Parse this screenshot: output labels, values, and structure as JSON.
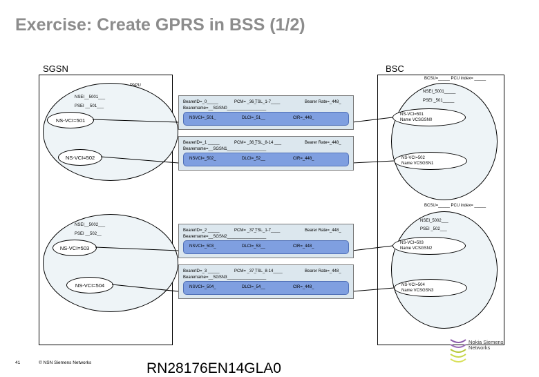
{
  "title": "Exercise: Create GPRS in BSS (1/2)",
  "sgsn": {
    "label": "SGSN",
    "papu_label": "PAPU",
    "group1": {
      "nsei": "NSEI__5001___",
      "psei": "PSEI __501___",
      "vci_a": "NS-VCI=501",
      "vci_b": "NS-VCI=502"
    },
    "group2": {
      "nsei": "NSEI__5002___",
      "psei": "PSEI __502__",
      "vci_a": "NS-VCI=503",
      "vci_b": "NS-VCI=504"
    }
  },
  "bsc": {
    "label": "BSC",
    "group1": {
      "bcsu": "BCSU=_____ PCU index= _____",
      "nsei": "NSEI_5001_____",
      "psei": "PSEI _501_____",
      "vci_a_line1": "NS-VCI=501",
      "vci_a_line2": "Name VCSGSN0",
      "vci_b_line1": "NS-VCI=502",
      "vci_b_line2": "Name VCSGSN1"
    },
    "group2": {
      "bcsu": "BCSU=_____ PCU index= _____",
      "nsei": "NSEI_5002___",
      "psei": "PSEI _502___",
      "vci_a_line1": "NS-VCI=503",
      "vci_a_line2": "Name VCSGSN2",
      "vci_b_line1": "NS-VCI=504",
      "vci_b_line2": "Name VCSGSN3"
    }
  },
  "bearers": [
    {
      "bearer_id": "BearerID=_0_____",
      "pcm": "PCM= _36_",
      "tsl": "TSL_1-7____",
      "rate": "Bearer Rate=_448_",
      "name": "Bearername=__SGSN0_________________",
      "nsvci": "NSVCI=_501_",
      "dlci": "DLCI=_51__",
      "cir": "CIR=_448_"
    },
    {
      "bearer_id": "BearerID=_1 _____",
      "pcm": "PCM= _36_",
      "tsl": "TSL_8-14 ___",
      "rate": "Bearer Rate=_448_",
      "name": "Bearername=__SGSN1_________________",
      "nsvci": "NSVCI=_502_",
      "dlci": "DLCI=_52__",
      "cir": "CIR=_448_"
    },
    {
      "bearer_id": "BearerID=_2 _____",
      "pcm": "PCM= _37_",
      "tsl": "TSL_1-7____",
      "rate": "Bearer Rate=_448_",
      "name": "Bearername=__SGSN2_________________",
      "nsvci": "NSVCI=_503_",
      "dlci": "DLCI=_53__",
      "cir": "CIR=_448_"
    },
    {
      "bearer_id": "BearerID=_3 _____",
      "pcm": "PCM= _37_",
      "tsl": "TSL_8-14____",
      "rate": "Bearer Rate=_448_",
      "name": "Bearername=__SGSN3_________________",
      "nsvci": "NSVCI=_504_",
      "dlci": "DLCI=_54__",
      "cir": "CIR=_448_"
    }
  ],
  "footer": {
    "page_number": "41",
    "copyright": "© NSN Siemens Networks",
    "doc_code": "RN28176EN14GLA0",
    "logo_line1": "Nokia Siemens",
    "logo_line2": "Networks"
  },
  "icons": {
    "logo": "nokia-siemens-logo-icon"
  }
}
